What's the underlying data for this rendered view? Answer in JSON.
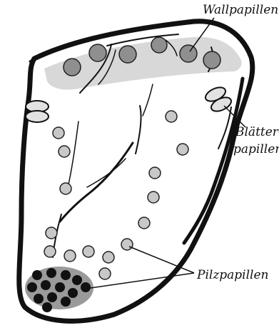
{
  "labels": {
    "wall": "Wallpapillen",
    "leaf_line1": "Blätter-",
    "leaf_line2": "papillen",
    "fungiform": "Pilzpapillen"
  },
  "colors": {
    "outline": "#111111",
    "back_band": "#d8d8d8",
    "vallate_fill": "#8f8f8f",
    "fungiform_fill": "#c8c8c8",
    "foliate_fill": "#e2e2e2",
    "tip_patch": "#9a9a9a",
    "tip_dots": "#111111"
  },
  "papillae_types": [
    "vallate",
    "foliate",
    "fungiform"
  ]
}
